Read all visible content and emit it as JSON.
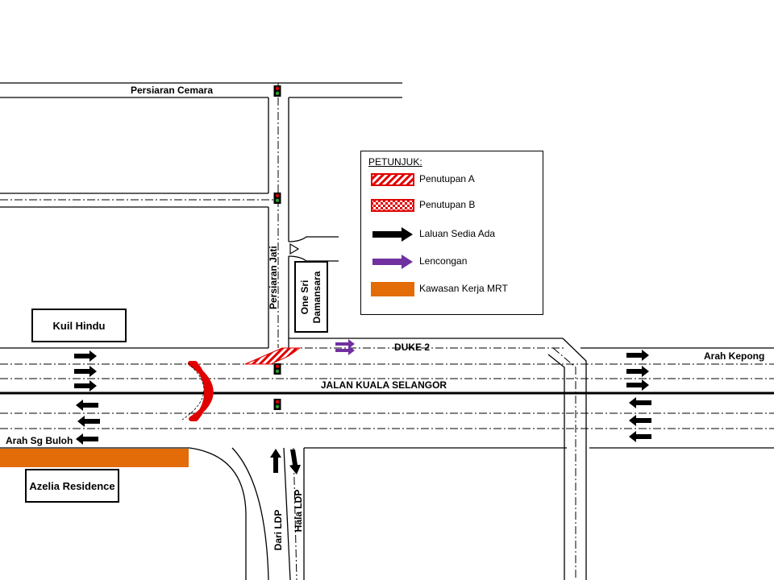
{
  "roads": {
    "persiaran_cemara": "Persiaran Cemara",
    "persiaran_jati": "Persiaran Jati",
    "jalan_kuala_selangor": "JALAN KUALA SELANGOR",
    "duke2": "DUKE 2",
    "arah_kepong": "Arah Kepong",
    "arah_sg_buloh": "Arah Sg Buloh",
    "dari_ldp": "Dari LDP",
    "hala_ldp": "Hala LDP"
  },
  "places": {
    "kuil_hindu": "Kuil Hindu",
    "azelia_residence": "Azelia Residence",
    "one_sri_damansara": [
      "One Sri",
      "Damansara"
    ]
  },
  "legend": {
    "title": "PETUNJUK:",
    "items": [
      {
        "label": "Penutupan A",
        "pattern": "diagonal-stripes",
        "color": "#e00000"
      },
      {
        "label": "Penutupan B",
        "pattern": "checker",
        "color": "#e00000"
      },
      {
        "label": "Laluan Sedia Ada",
        "pattern": "arrow",
        "color": "#000000"
      },
      {
        "label": "Lencongan",
        "pattern": "arrow",
        "color": "#7030a0"
      },
      {
        "label": "Kawasan Kerja MRT",
        "pattern": "solid",
        "color": "#e36c09"
      }
    ]
  },
  "colors": {
    "closure": "#e00000",
    "detour": "#7030a0",
    "mrt": "#e36c09",
    "road_line": "#000000",
    "centerline": "#000000"
  },
  "icons": [
    "traffic-light-icon",
    "arrow-right-icon",
    "arrow-left-icon",
    "arrow-up-icon",
    "arrow-down-icon",
    "yield-triangle-icon"
  ]
}
